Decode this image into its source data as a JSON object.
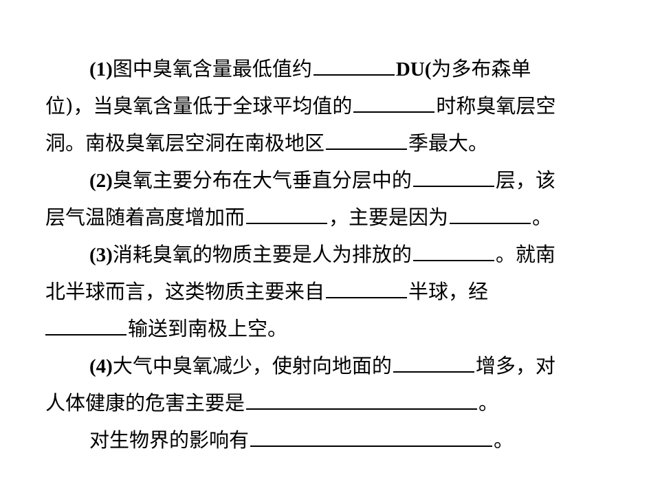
{
  "q1": {
    "num": "(1)",
    "l1a": "图中臭氧含量最低值约",
    "l1b": "DU(",
    "l1c": "为多布森单",
    "l2a": "位)",
    "l2b": "，当臭氧含量低于全球平均值的",
    "l2c": "时称臭氧层空",
    "l3a": "洞。南极臭氧层空洞在南极地区",
    "l3b": "季最大。"
  },
  "q2": {
    "num": "(2)",
    "l1a": "臭氧主要分布在大气垂直分层中的",
    "l1b": "层，该",
    "l2a": "层气温随着高度增加而",
    "l2b": "，主要是因为",
    "l2c": "。"
  },
  "q3": {
    "num": "(3)",
    "l1a": "消耗臭氧的物质主要是人为排放的",
    "l1b": "。就南",
    "l2a": "北半球而言，这类物质主要来自",
    "l2b": "半球，经",
    "l3a": "输送到南极上空。"
  },
  "q4": {
    "num": "(4)",
    "l1a": "大气中臭氧减少，使射向地面的",
    "l1b": "增多，对",
    "l2a": "人体健康的危害主要是",
    "l2b": "。",
    "l3a": "对生物界的影响有",
    "l3b": "。"
  }
}
